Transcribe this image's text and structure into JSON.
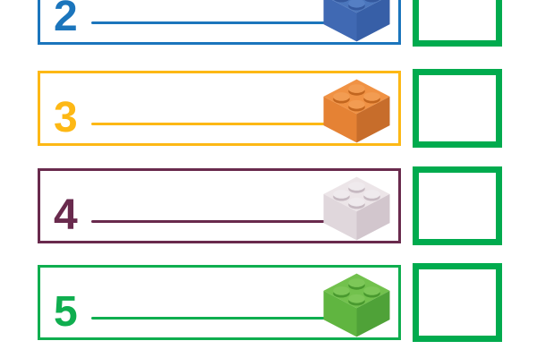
{
  "page": {
    "background": "#FFFFFF"
  },
  "rows": [
    {
      "number": "2",
      "color": "#1B75BC",
      "brick": {
        "name": "blue-lego-brick-2x2",
        "top": "#4B76BC",
        "left": "#4069B3",
        "right": "#375FA7",
        "stud_top": "#557FC4",
        "stud_side": "#35599E"
      }
    },
    {
      "number": "3",
      "color": "#FDB815",
      "brick": {
        "name": "orange-lego-brick-2x2",
        "top": "#F09244",
        "left": "#E58234",
        "right": "#C76D2B",
        "stud_top": "#F29C52",
        "stud_side": "#C2661F"
      }
    },
    {
      "number": "4",
      "color": "#692A4D",
      "brick": {
        "name": "white-lego-brick-2x2",
        "top": "#ECE5E8",
        "left": "#E0D7DC",
        "right": "#D2C6CD",
        "stud_top": "#EFEAED",
        "stud_side": "#C6B9C1"
      }
    },
    {
      "number": "5",
      "color": "#0FAE4F",
      "brick": {
        "name": "green-lego-brick-2x2",
        "top": "#72C14D",
        "left": "#60B540",
        "right": "#4FA238",
        "stud_top": "#7DC758",
        "stud_side": "#49992F"
      }
    }
  ],
  "checkbox": {
    "color": "#00AB4E"
  }
}
